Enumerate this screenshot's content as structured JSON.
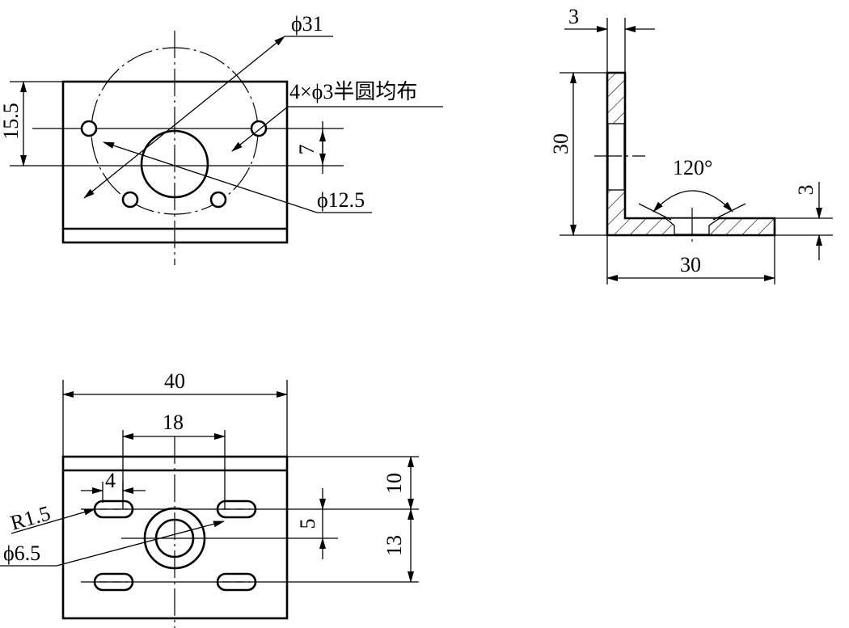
{
  "front_view": {
    "dia_pitch": "ϕ31",
    "holes_note": "4×ϕ3半圆均布",
    "dia_bore": "ϕ12.5",
    "height_15_5": "15.5",
    "offset_7": "7"
  },
  "side_view": {
    "thickness_top": "3",
    "height_30": "30",
    "angle": "120°",
    "thickness_right": "3",
    "width_30": "30"
  },
  "top_view": {
    "width_40": "40",
    "pitch_18": "18",
    "slot_4": "4",
    "radius": "R1.5",
    "dia_bore": "ϕ6.5",
    "dim_10": "10",
    "dim_5": "5",
    "dim_13": "13"
  }
}
